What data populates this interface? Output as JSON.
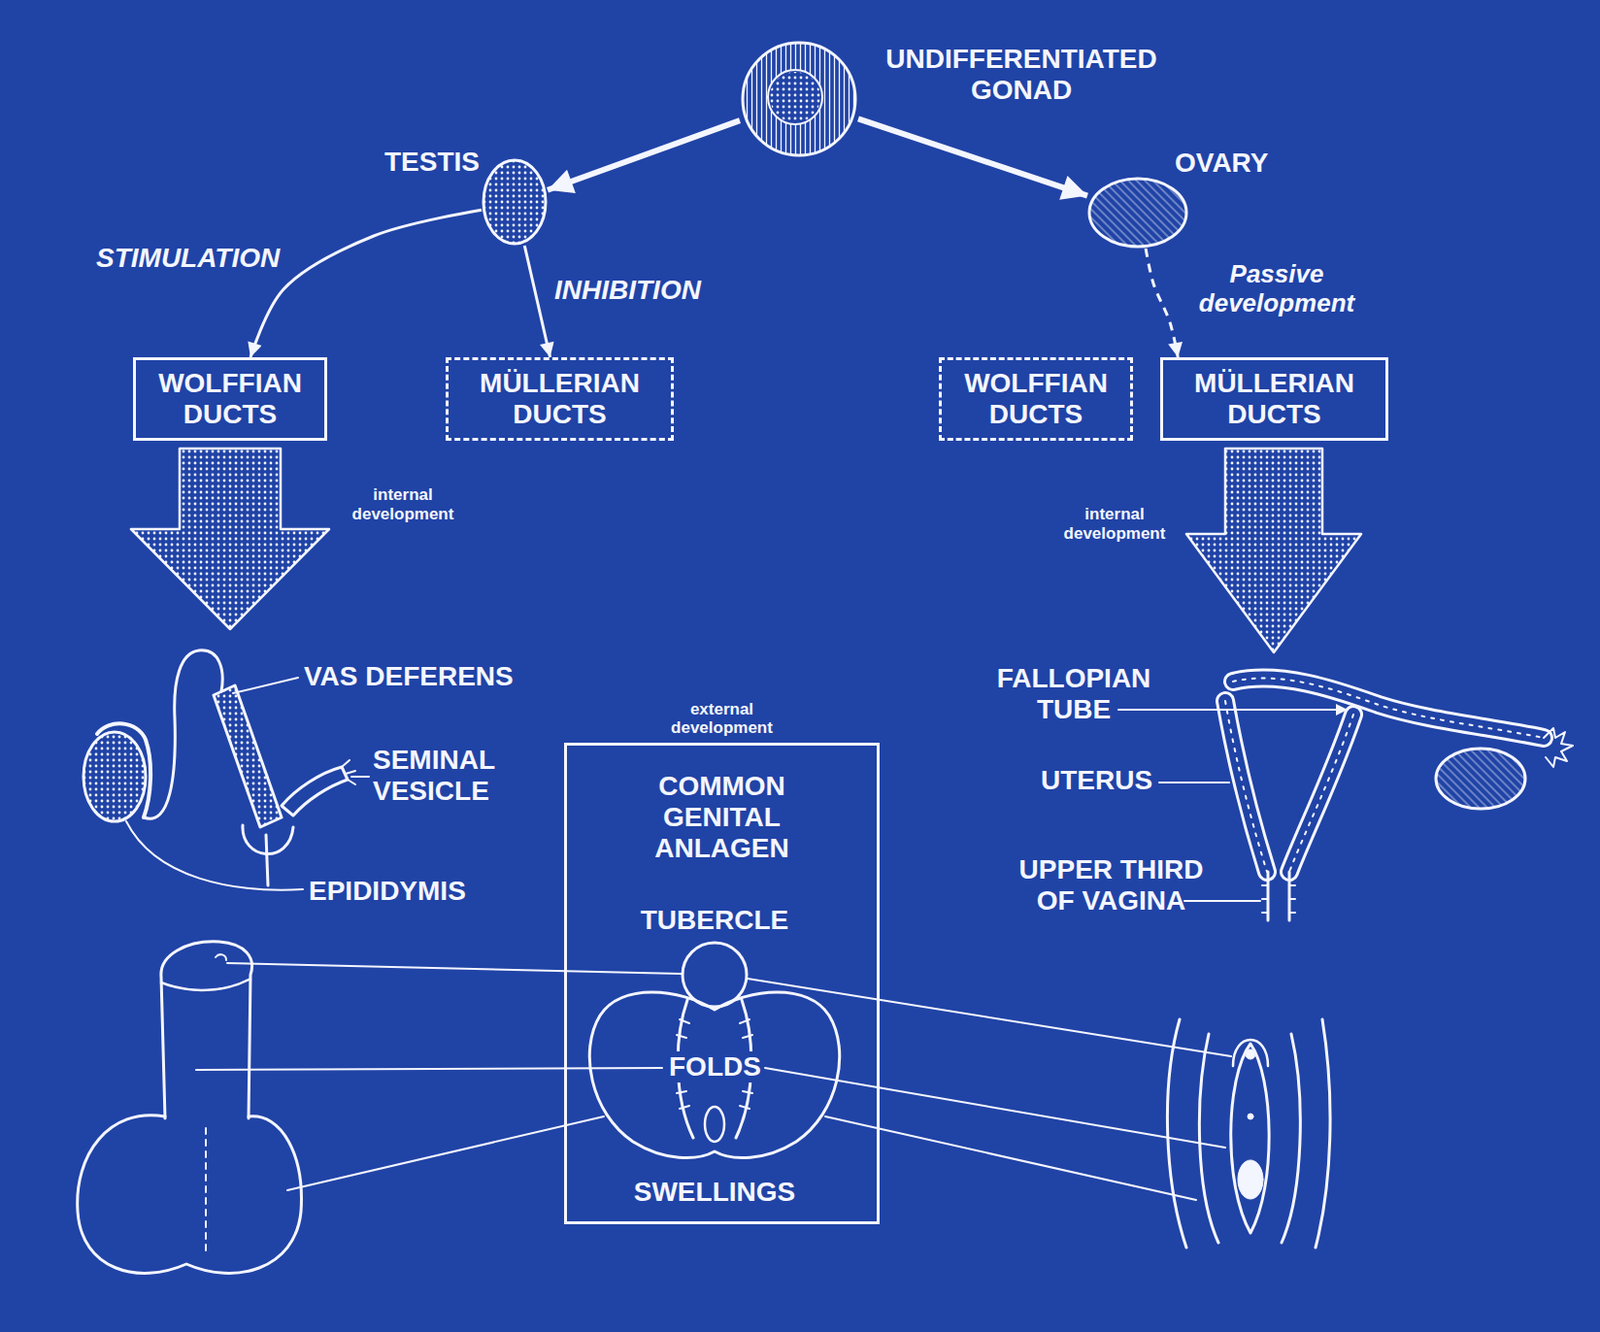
{
  "diagram": {
    "nodes": [
      {
        "text": [
          "UNDIFFERENTIATED GONAD"
        ]
      },
      {
        "text": [
          "TESTIS"
        ]
      },
      {
        "text": [
          "OVARY"
        ]
      },
      {
        "text": [
          "WOLFFIAN DUCTS"
        ]
      },
      {
        "text": [
          "MÜLLERIAN DUCTS"
        ]
      },
      {
        "text": [
          "WOLFFIAN DUCTS"
        ]
      },
      {
        "text": [
          "MÜLLERIAN DUCTS"
        ]
      },
      {
        "text": [
          "external development",
          "COMMON GENITAL ANLAGEN"
        ]
      }
    ],
    "edges": [
      {
        "from": 0,
        "to": 1,
        "arrow": "to"
      },
      {
        "from": 0,
        "to": 2,
        "arrow": "to"
      },
      {
        "from": 1,
        "to": 3,
        "label": "STIMULATION",
        "arrow": "to"
      },
      {
        "from": 1,
        "to": 4,
        "label": "INHIBITION",
        "arrow": "to"
      },
      {
        "from": 2,
        "to": 6,
        "label": "Passive development",
        "arrow": "to"
      }
    ],
    "labels": [
      "internal development",
      "internal development",
      "VAS DEFERENS",
      "SEMINAL VESICLE",
      "EPIDIDYMIS",
      "FALLOPIAN TUBE",
      "UTERUS",
      "UPPER THIRD OF VAGINA",
      "TUBERCLE",
      "FOLDS",
      "SWELLINGS"
    ]
  }
}
